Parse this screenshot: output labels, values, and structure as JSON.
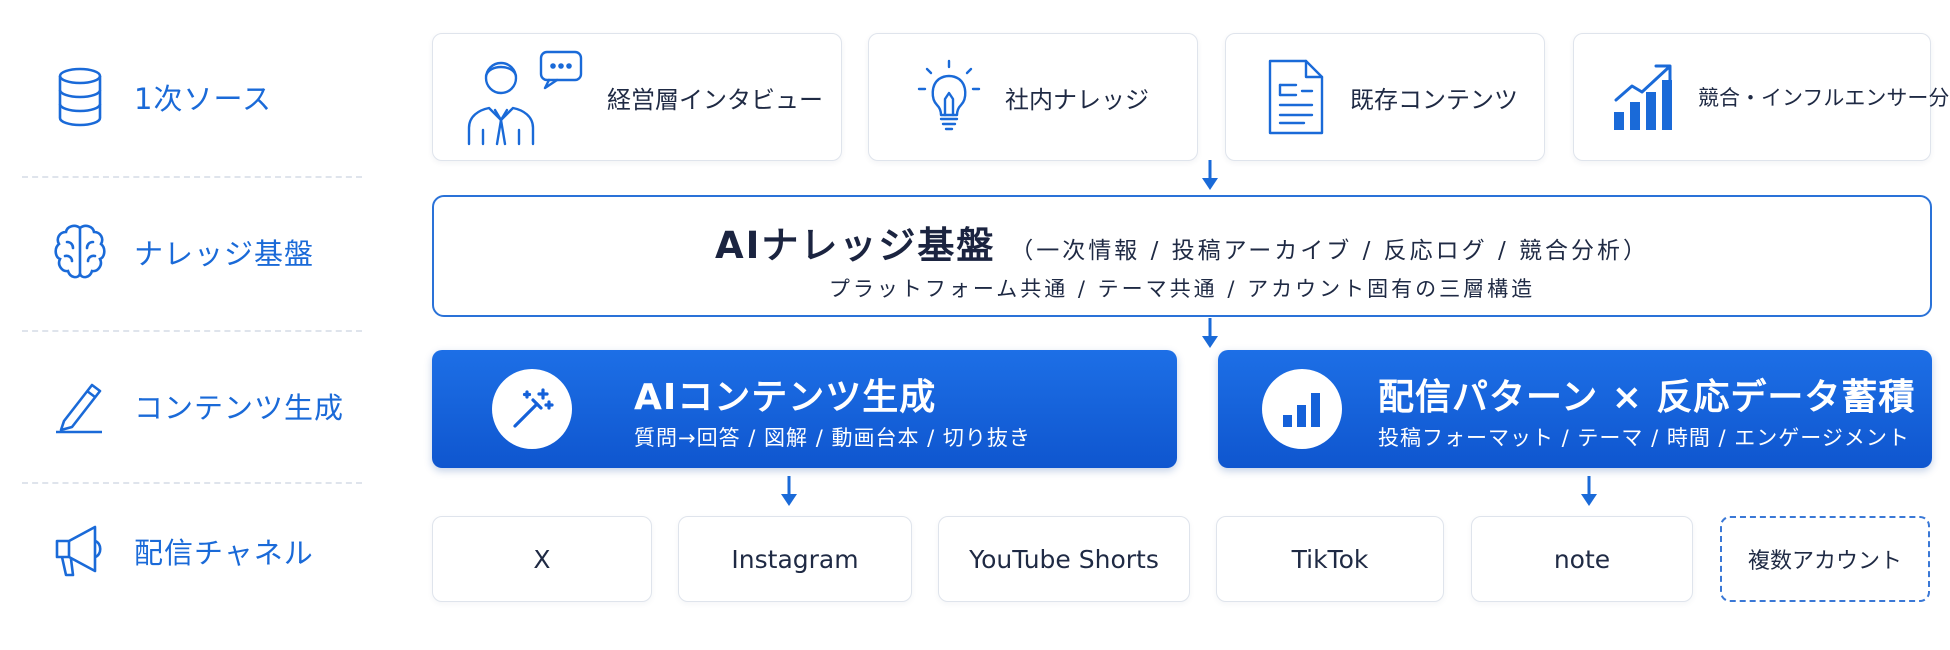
{
  "rail": [
    {
      "label": "1次ソース",
      "icon": "database-icon"
    },
    {
      "label": "ナレッジ基盤",
      "icon": "brain-icon"
    },
    {
      "label": "コンテンツ生成",
      "icon": "pencil-icon"
    },
    {
      "label": "配信チャネル",
      "icon": "megaphone-icon"
    }
  ],
  "sources": [
    {
      "label": "経営層インタビュー",
      "icon": "person-speech-icon"
    },
    {
      "label": "社内ナレッジ",
      "icon": "lightbulb-icon"
    },
    {
      "label": "既存コンテンツ",
      "icon": "document-icon"
    },
    {
      "label": "競合・インフルエンサー分析",
      "icon": "bar-chart-trend-icon"
    }
  ],
  "knowledge_base": {
    "title": "AIナレッジ基盤",
    "subtitle": "（一次情報 / 投稿アーカイブ / 反応ログ / 競合分析）",
    "line": "プラットフォーム共通 / テーマ共通 / アカウント固有の三層構造"
  },
  "panels": [
    {
      "title": "AIコンテンツ生成",
      "subtitle": "質問→回答 / 図解 / 動画台本 / 切り抜き",
      "icon": "magic-wand-icon"
    },
    {
      "title": "配信パターン × 反応データ蓄積",
      "subtitle": "投稿フォーマット / テーマ / 時間 / エンゲージメント",
      "icon": "bar-chart-icon"
    }
  ],
  "channels": [
    "X",
    "Instagram",
    "YouTube Shorts",
    "TikTok",
    "note",
    "複数アカウント"
  ],
  "colors": {
    "accent": "#1a6ad8",
    "panel_blue": "#1561d9",
    "border": "#dfe4ec"
  }
}
